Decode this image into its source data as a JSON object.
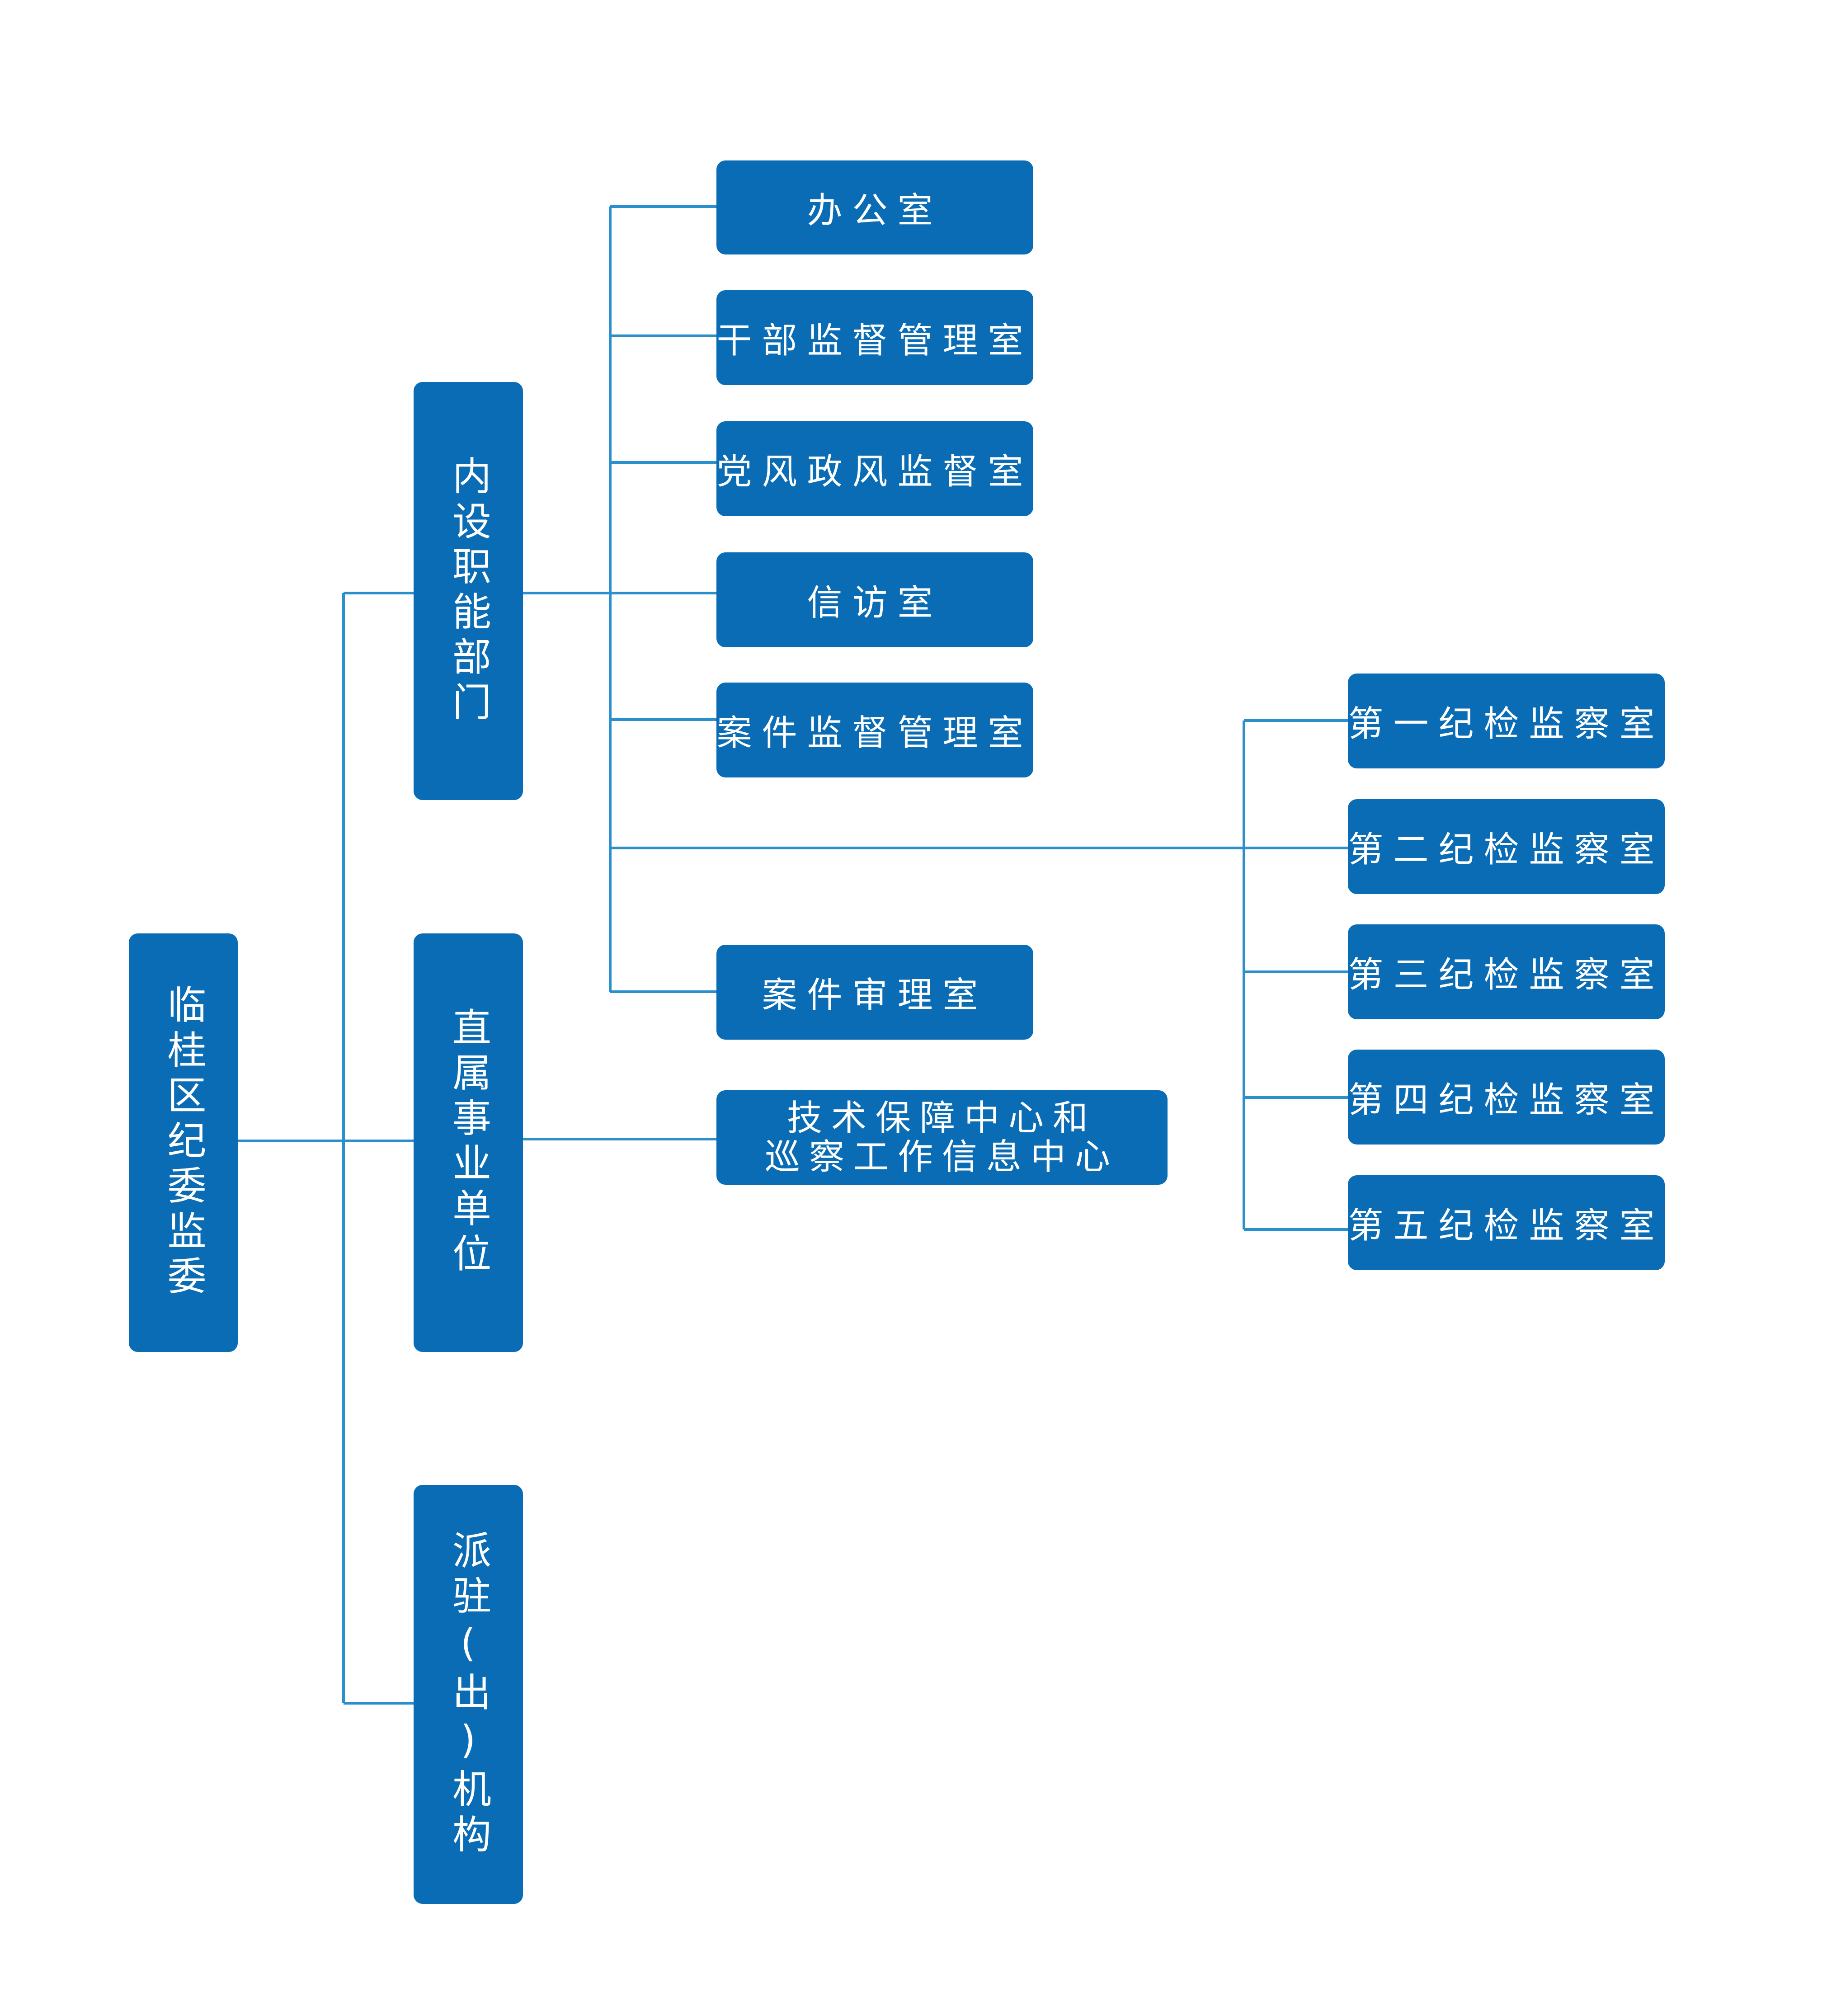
{
  "root": {
    "label": "临桂区纪委监委"
  },
  "level1": [
    {
      "label": "内设职能部门"
    },
    {
      "label": "直属事业单位"
    },
    {
      "label": "派驻(出)机构"
    }
  ],
  "internal_departments": [
    {
      "label": "办公室"
    },
    {
      "label": "干部监督管理室"
    },
    {
      "label": "党风政风监督室"
    },
    {
      "label": "信访室"
    },
    {
      "label": "案件监督管理室"
    },
    {
      "label": "案件审理室"
    }
  ],
  "inspection_rooms": [
    {
      "label": "第一纪检监察室"
    },
    {
      "label": "第二纪检监察室"
    },
    {
      "label": "第三纪检监察室"
    },
    {
      "label": "第四纪检监察室"
    },
    {
      "label": "第五纪检监察室"
    }
  ],
  "affiliated_unit": {
    "label": "技术保障中心和\n巡察工作信息中心"
  },
  "colors": {
    "box": "#0a6cb5",
    "line": "#2a8fcd",
    "text": "#ffffff"
  }
}
